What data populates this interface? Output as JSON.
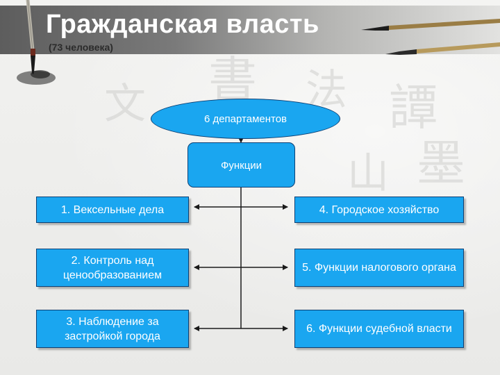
{
  "header": {
    "title": "Гражданская власть",
    "subtitle": "(73 человека)"
  },
  "diagram": {
    "root": "6 департаментов",
    "functions_label": "Функции",
    "departments_left": [
      "1. Вексельные дела",
      "2. Контроль над ценообразованием",
      "3. Наблюдение за застройкой города"
    ],
    "departments_right": [
      "4. Городское хозяйство",
      "5. Функции налогового органа",
      "6. Функции судебной власти"
    ]
  },
  "colors": {
    "node_fill": "#1aa6f0",
    "node_border": "#0c3f73",
    "node_text": "#ffffff",
    "connector": "#1a1a1a"
  }
}
